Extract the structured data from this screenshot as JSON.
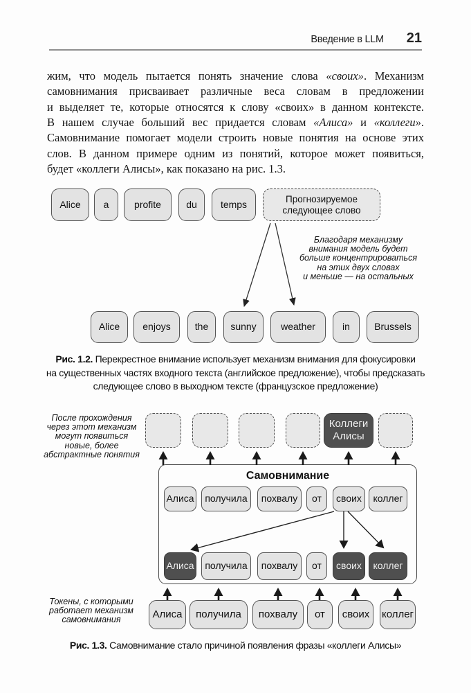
{
  "header": {
    "running_title": "Введение в LLM",
    "page_number": "21"
  },
  "paragraph": {
    "l1a": "жим, что модель пытается понять значение слова ",
    "l1b": "«своих»",
    "l1c": ". Механизм",
    "l2": "самовнимания присваивает различные веса словам в предложении",
    "l3": "и выделяет те, которые относятся к слову «своих» в данном контексте.",
    "l4a": "В нашем случае больший вес придается словам ",
    "l4b": "«Алиса»",
    "l4c": " и ",
    "l4d": "«коллеги»",
    "l4e": ".",
    "l5": "Самовнимание помогает модели строить новые понятия на основе этих",
    "l6": "слов. В данном примере одним из понятий, которое может появиться,",
    "l7": "будет «коллеги Алисы», как показано на рис. 1.3."
  },
  "fig12": {
    "source_tokens": [
      "Alice",
      "a",
      "profite",
      "du",
      "temps"
    ],
    "predicted_label": "Прогнозируемое следующее слово",
    "note_lines": [
      "Благодаря механизму",
      "внимания модель будет",
      "больше концентрироваться",
      "на этих двух словах",
      "и меньше — на остальных"
    ],
    "target_tokens": [
      "Alice",
      "enjoys",
      "the",
      "sunny",
      "weather",
      "in",
      "Brussels"
    ],
    "caption": {
      "label": "Рис. 1.2.",
      "line1": "Перекрестное внимание использует механизм внимания для фокусировки",
      "line2": "на существенных частях входного текста (английское предложение), чтобы предсказать",
      "line3": "следующее слово в выходном тексте (французское предложение)"
    }
  },
  "fig13": {
    "note_top_lines": [
      "После прохождения",
      "через этот механизм",
      "могут появиться",
      "новые, более",
      "абстрактные понятия"
    ],
    "concept_label": "Коллеги Алисы",
    "box_title": "Самовнимание",
    "tokens": [
      "Алиса",
      "получила",
      "похвалу",
      "от",
      "своих",
      "коллег"
    ],
    "note_bottom_lines": [
      "Токены, с которыми",
      "работает механизм",
      "самовнимания"
    ],
    "caption": {
      "label": "Рис. 1.3.",
      "text": "Самовнимание стало причиной появления фразы «коллеги Алисы»"
    }
  },
  "colors": {
    "page_background": "#fdfdfd",
    "token_fill": "#e3e3e3",
    "token_border": "#555555",
    "dark_token_fill": "#4f4f4f",
    "dark_token_text": "#efefef",
    "header_rule": "#8f8f8f",
    "arrow": "#222222"
  }
}
